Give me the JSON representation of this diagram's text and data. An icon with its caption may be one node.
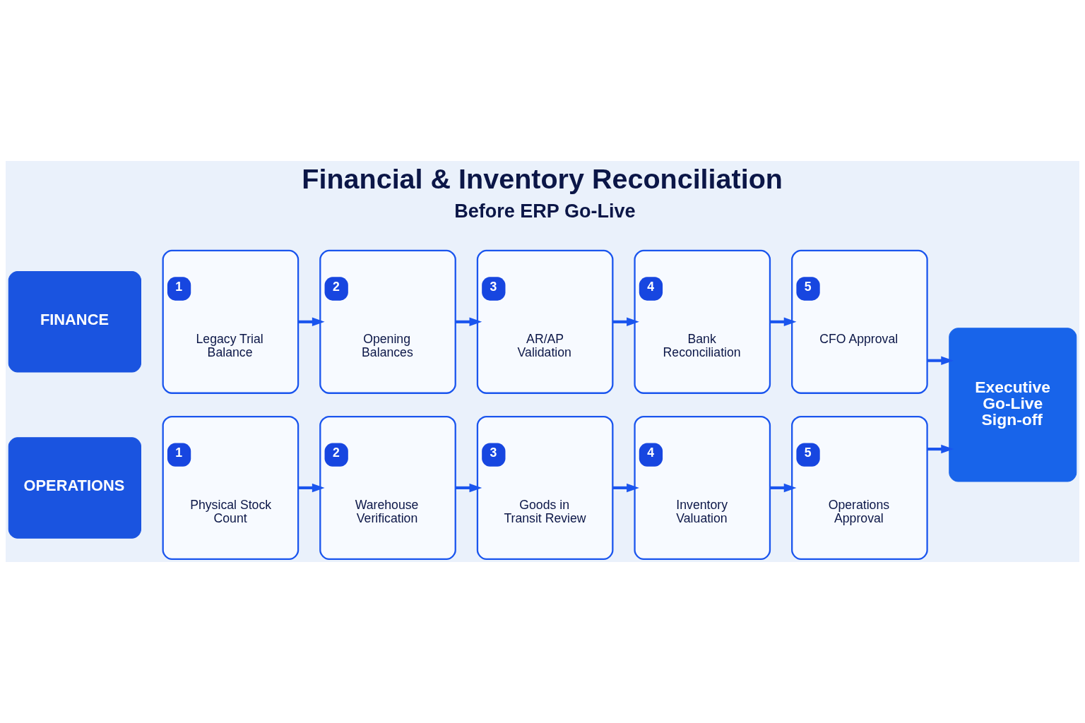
{
  "diagram": {
    "title": "Financial & Inventory Reconciliation",
    "nodes": [
      {
        "text": [
          "FINANCE"
        ]
      },
      {
        "text": [
          "1",
          "Legacy Trial Balance"
        ]
      },
      {
        "text": [
          "2",
          "Opening Balances"
        ]
      },
      {
        "text": [
          "3",
          "AR/AP Validation"
        ]
      },
      {
        "text": [
          "4",
          "Bank Reconciliation"
        ]
      },
      {
        "text": [
          "5",
          "CFO Approval"
        ]
      },
      {
        "text": [
          "Executive Go-Live Sign-off"
        ]
      },
      {
        "text": [
          "OPERATIONS"
        ]
      },
      {
        "text": [
          "1",
          "Physical Stock Count"
        ]
      },
      {
        "text": [
          "2",
          "Warehouse Verification"
        ]
      },
      {
        "text": [
          "3",
          "Goods in Transit Review"
        ]
      },
      {
        "text": [
          "4",
          "Inventory Valuation"
        ]
      },
      {
        "text": [
          "5",
          "Operations Approval"
        ]
      }
    ],
    "edges": [
      {
        "from": 1,
        "to": 2,
        "arrow": "to"
      },
      {
        "from": 2,
        "to": 3,
        "arrow": "to"
      },
      {
        "from": 3,
        "to": 4,
        "arrow": "to"
      },
      {
        "from": 4,
        "to": 5,
        "arrow": "to"
      },
      {
        "from": 5,
        "to": 6,
        "arrow": "to"
      },
      {
        "from": 8,
        "to": 9,
        "arrow": "to"
      },
      {
        "from": 9,
        "to": 10,
        "arrow": "to"
      },
      {
        "from": 10,
        "to": 11,
        "arrow": "to"
      },
      {
        "from": 11,
        "to": 12,
        "arrow": "to"
      },
      {
        "from": 12,
        "to": 6,
        "arrow": "to"
      }
    ],
    "labels": [
      "Before ERP Go-Live"
    ]
  }
}
